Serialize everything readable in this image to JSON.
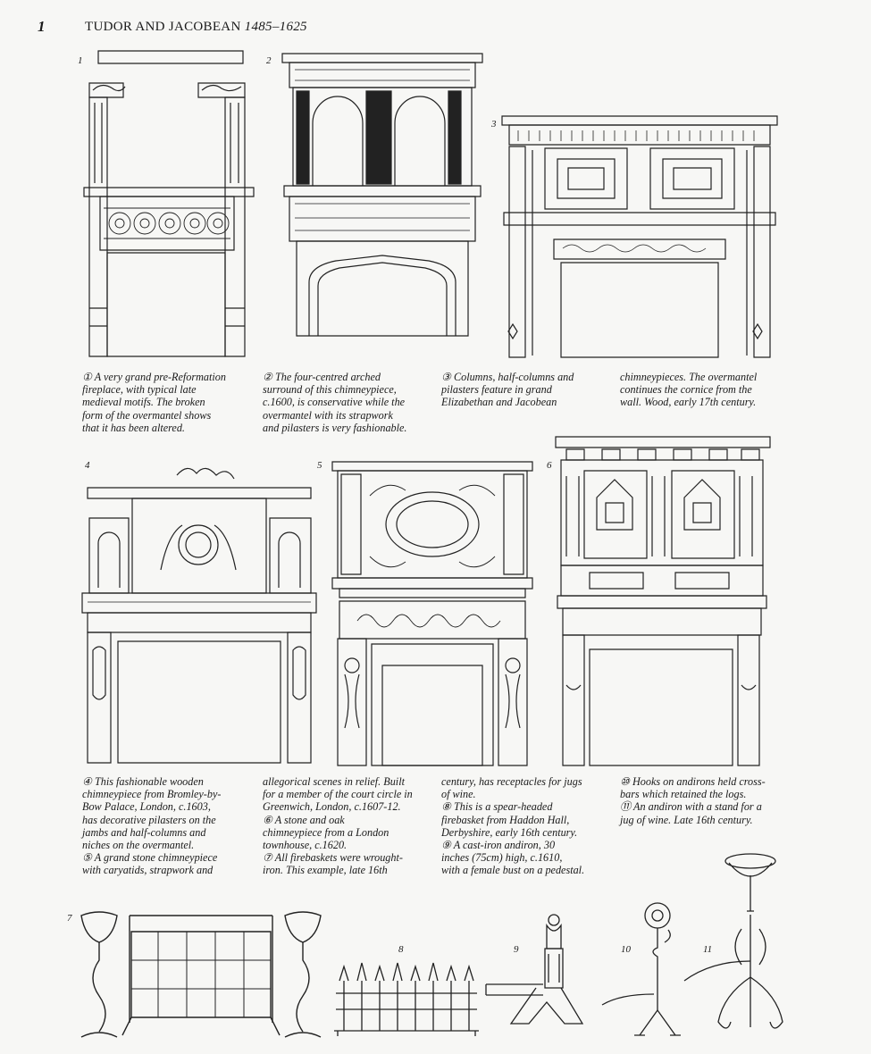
{
  "header": {
    "page_number": "1",
    "title": "TUDOR AND JACOBEAN",
    "dates": "1485–1625"
  },
  "figures": [
    {
      "number": "1"
    },
    {
      "number": "2"
    },
    {
      "number": "3"
    },
    {
      "number": "4"
    },
    {
      "number": "5"
    },
    {
      "number": "6"
    },
    {
      "number": "7"
    },
    {
      "number": "8"
    },
    {
      "number": "9"
    },
    {
      "number": "10"
    },
    {
      "number": "11"
    }
  ],
  "captions": {
    "c1": "① A very grand pre-Reformation\nfireplace, with typical late\nmedieval motifs. The broken\nform of the overmantel shows\nthat it has been altered.",
    "c2": "② The four-centred arched\nsurround of this chimneypiece,\nc.1600, is conservative while the\novermantel with its strapwork\nand pilasters is very fashionable.",
    "c3a": "③ Columns, half-columns and\npilasters feature in grand\nElizabethan and Jacobean",
    "c3b": "chimneypieces. The overmantel\ncontinues the cornice from the\nwall. Wood, early 17th century.",
    "c4a": "④ This fashionable wooden\nchimneypiece from Bromley-by-\nBow Palace, London, c.1603,\nhas decorative pilasters on the\njambs and half-columns and\nniches on the overmantel.\n⑤ A grand stone chimneypiece\nwith caryatids, strapwork and",
    "c4b": "allegorical scenes in relief. Built\nfor a member of the court circle in\nGreenwich, London, c.1607-12.\n⑥ A stone and oak\nchimneypiece from a London\ntownhouse, c.1620.\n⑦ All firebaskets were wrought-\niron. This example, late 16th",
    "c4c": "century, has receptacles for jugs\nof wine.\n⑧ This is a spear-headed\nfirebasket from Haddon Hall,\nDerbyshire, early 16th century.\n⑨ A cast-iron andiron, 30\ninches (75cm) high, c.1610,\nwith a female bust on a pedestal.",
    "c4d": "⑩ Hooks on andirons held cross-\nbars which retained the logs.\n⑪ An andiron with a stand for a\njug of wine. Late 16th century."
  }
}
